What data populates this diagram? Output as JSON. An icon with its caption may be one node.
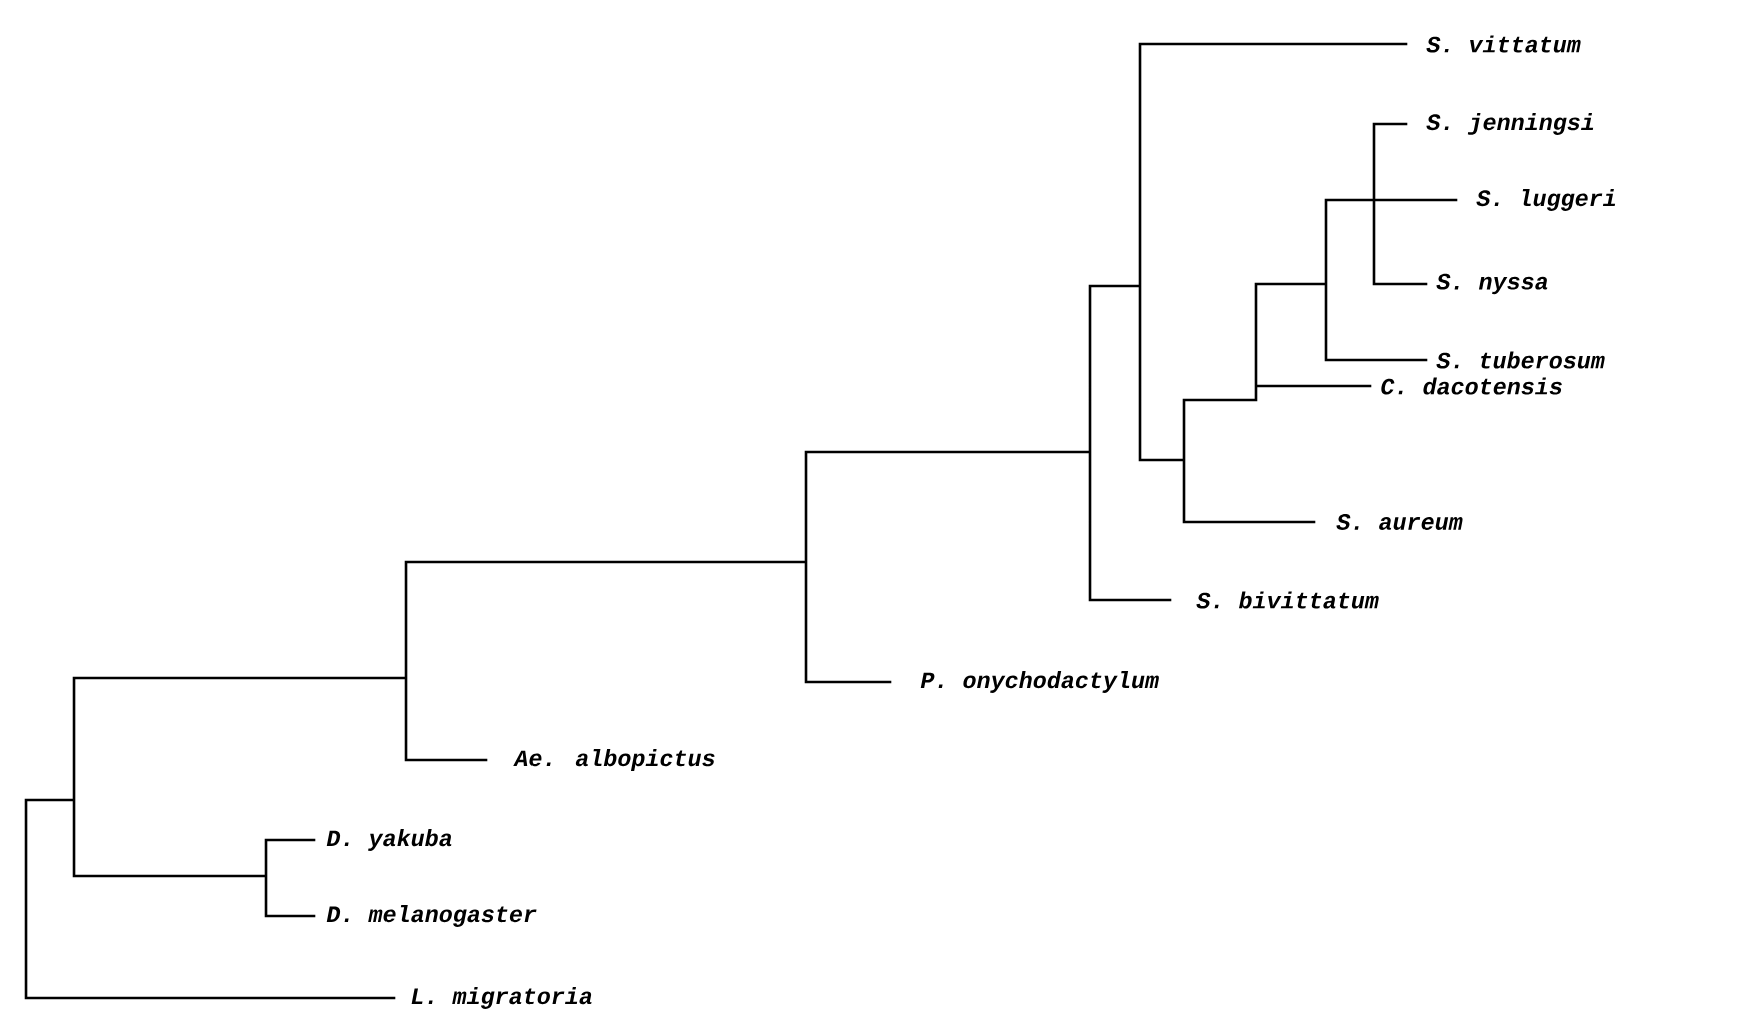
{
  "diagram": {
    "labels": [
      "*S. vittatum*",
      "*S. jenningsi*",
      "*S. luggeri*",
      "*S. nyssa*",
      "*S. tuberosum*",
      "*C. dacotensis*",
      "*S. aureum*",
      "*S. bivittatum*",
      "*P. onychodactylum*",
      "*Ae. albopictus*",
      "*D. yakuba*",
      "*D. melanogaster*",
      "*L. migratoria*"
    ]
  }
}
